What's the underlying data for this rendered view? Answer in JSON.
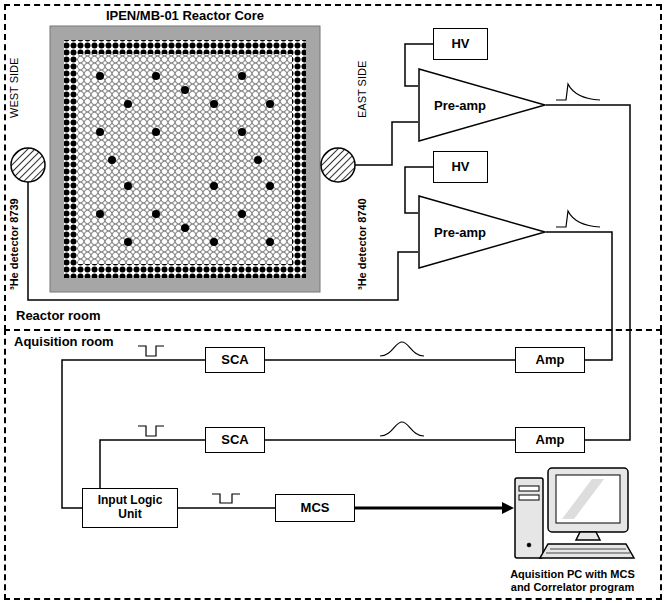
{
  "diagram": {
    "nodes": [
      {
        "text": [
          "Reactor room"
        ]
      },
      {
        "text": [
          "IPEN/MB-01 Reactor Core"
        ],
        "in": 0
      },
      {
        "text": [
          "³He detector 8739"
        ],
        "in": 0
      },
      {
        "text": [
          "³He detector 8740"
        ],
        "in": 0
      },
      {
        "text": [
          "HV"
        ],
        "in": 0
      },
      {
        "text": [
          "Pre-amp"
        ],
        "in": 0
      },
      {
        "text": [
          "HV"
        ],
        "in": 0
      },
      {
        "text": [
          "Pre-amp"
        ],
        "in": 0
      },
      {
        "text": [
          "Aquisition room"
        ]
      },
      {
        "text": [
          "SCA"
        ],
        "in": 8
      },
      {
        "text": [
          "Amp"
        ],
        "in": 8
      },
      {
        "text": [
          "SCA"
        ],
        "in": 8
      },
      {
        "text": [
          "Amp"
        ],
        "in": 8
      },
      {
        "text": [
          "Input Logic Unit"
        ],
        "in": 8
      },
      {
        "text": [
          "MCS"
        ],
        "in": 8
      },
      {
        "text": [
          "Aquisition PC with MCS and Correlator program"
        ],
        "in": 8
      }
    ],
    "edges": [
      {
        "from": 2,
        "to": 7,
        "arrow": "none"
      },
      {
        "from": 3,
        "to": 5,
        "arrow": "none"
      },
      {
        "from": 4,
        "to": 5,
        "arrow": "none"
      },
      {
        "from": 6,
        "to": 7,
        "arrow": "none"
      },
      {
        "from": 7,
        "to": 10,
        "arrow": "none"
      },
      {
        "from": 5,
        "to": 12,
        "arrow": "none"
      },
      {
        "from": 10,
        "to": 9,
        "arrow": "none"
      },
      {
        "from": 12,
        "to": 11,
        "arrow": "none"
      },
      {
        "from": 9,
        "to": 13,
        "arrow": "none"
      },
      {
        "from": 11,
        "to": 13,
        "arrow": "none"
      },
      {
        "from": 13,
        "to": 14,
        "arrow": "none"
      },
      {
        "from": 14,
        "to": 15,
        "arrow": "to"
      }
    ],
    "labels": [
      "WEST SIDE",
      "EAST SIDE"
    ]
  }
}
